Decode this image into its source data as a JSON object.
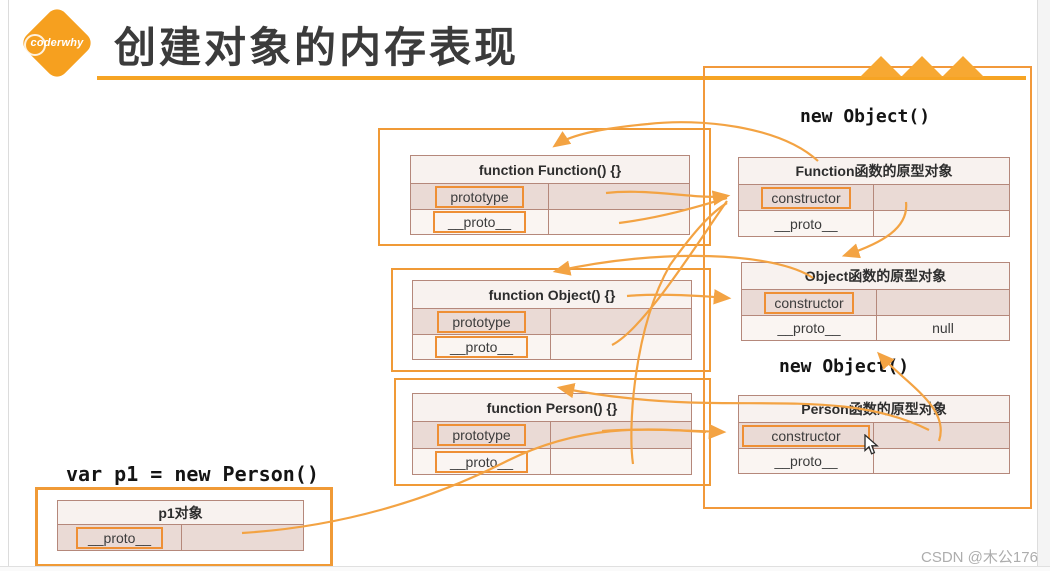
{
  "header": {
    "logo_text": "coderwhy",
    "title": "创建对象的内存表现"
  },
  "code": {
    "new_object_top": "new Object()",
    "new_object_bottom": "new Object()",
    "var_p1": "var p1 = new Person()"
  },
  "tables": {
    "fn_function": {
      "title": "function Function() {}",
      "rows": [
        {
          "label": "prototype",
          "value": ""
        },
        {
          "label": "__proto__",
          "value": ""
        }
      ]
    },
    "fn_object": {
      "title": "function Object() {}",
      "rows": [
        {
          "label": "prototype",
          "value": ""
        },
        {
          "label": "__proto__",
          "value": ""
        }
      ]
    },
    "fn_person": {
      "title": "function Person() {}",
      "rows": [
        {
          "label": "prototype",
          "value": ""
        },
        {
          "label": "__proto__",
          "value": ""
        }
      ]
    },
    "proto_function": {
      "title": "Function函数的原型对象",
      "rows": [
        {
          "label": "constructor",
          "value": ""
        },
        {
          "label": "__proto__",
          "value": ""
        }
      ]
    },
    "proto_object": {
      "title": "Object函数的原型对象",
      "rows": [
        {
          "label": "constructor",
          "value": ""
        },
        {
          "label": "__proto__",
          "value": "null"
        }
      ]
    },
    "proto_person": {
      "title": "Person函数的原型对象",
      "rows": [
        {
          "label": "constructor",
          "value": ""
        },
        {
          "label": "__proto__",
          "value": ""
        }
      ]
    },
    "p1": {
      "title": "p1对象",
      "rows": [
        {
          "label": "__proto__",
          "value": ""
        }
      ]
    }
  },
  "arrows": [
    {
      "from": "function Function.prototype",
      "to": "Function函数的原型对象.constructor"
    },
    {
      "from": "function Function.__proto__",
      "to": "Function函数的原型对象"
    },
    {
      "from": "function Object.__proto__",
      "to": "Function函数的原型对象"
    },
    {
      "from": "function Person.__proto__",
      "to": "Function函数的原型对象"
    },
    {
      "from": "Function函数的原型对象.constructor",
      "to": "function Function"
    },
    {
      "from": "function Object",
      "to": "Object函数的原型对象.constructor"
    },
    {
      "from": "Object函数的原型对象.constructor",
      "to": "function Object"
    },
    {
      "from": "function Person.prototype",
      "to": "Person函数的原型对象.constructor"
    },
    {
      "from": "Person函数的原型对象.constructor",
      "to": "function Person"
    },
    {
      "from": "Function函数的原型对象.__proto__",
      "to": "Object函数的原型对象"
    },
    {
      "from": "Person函数的原型对象.__proto__",
      "to": "Object函数的原型对象"
    },
    {
      "from": "p1对象.__proto__",
      "to": "Person函数的原型对象"
    }
  ],
  "icons": {
    "logo_shape": "orange-diamond",
    "triangle_decoration_count": 3,
    "cursor": "mouse-pointer"
  },
  "watermark": "CSDN @木公176",
  "colors": {
    "accent_orange": "#F09A36",
    "arrow_orange": "#F3A343",
    "row_pink": "#EADAD5",
    "row_light": "#FAF5F2",
    "table_border": "#B5887B",
    "header_bg": "#F8F2EF",
    "title_text": "#3b3b3b",
    "watermark_gray": "#ADADAD"
  }
}
